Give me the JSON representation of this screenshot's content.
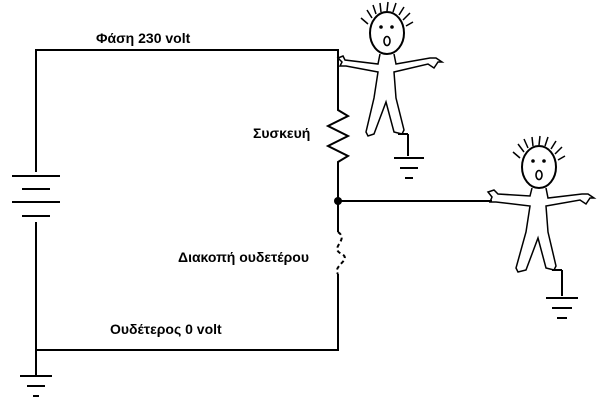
{
  "labels": {
    "phase": "Φάση 230 volt",
    "device": "Συσκευή",
    "neutral_break": "Διακοπή ουδετέρου",
    "neutral": "Ουδέτερος 0 volt"
  },
  "colors": {
    "line": "#000000",
    "background": "#ffffff"
  },
  "icons": [
    "battery-icon",
    "resistor-icon",
    "ground-icon",
    "person-icon"
  ]
}
